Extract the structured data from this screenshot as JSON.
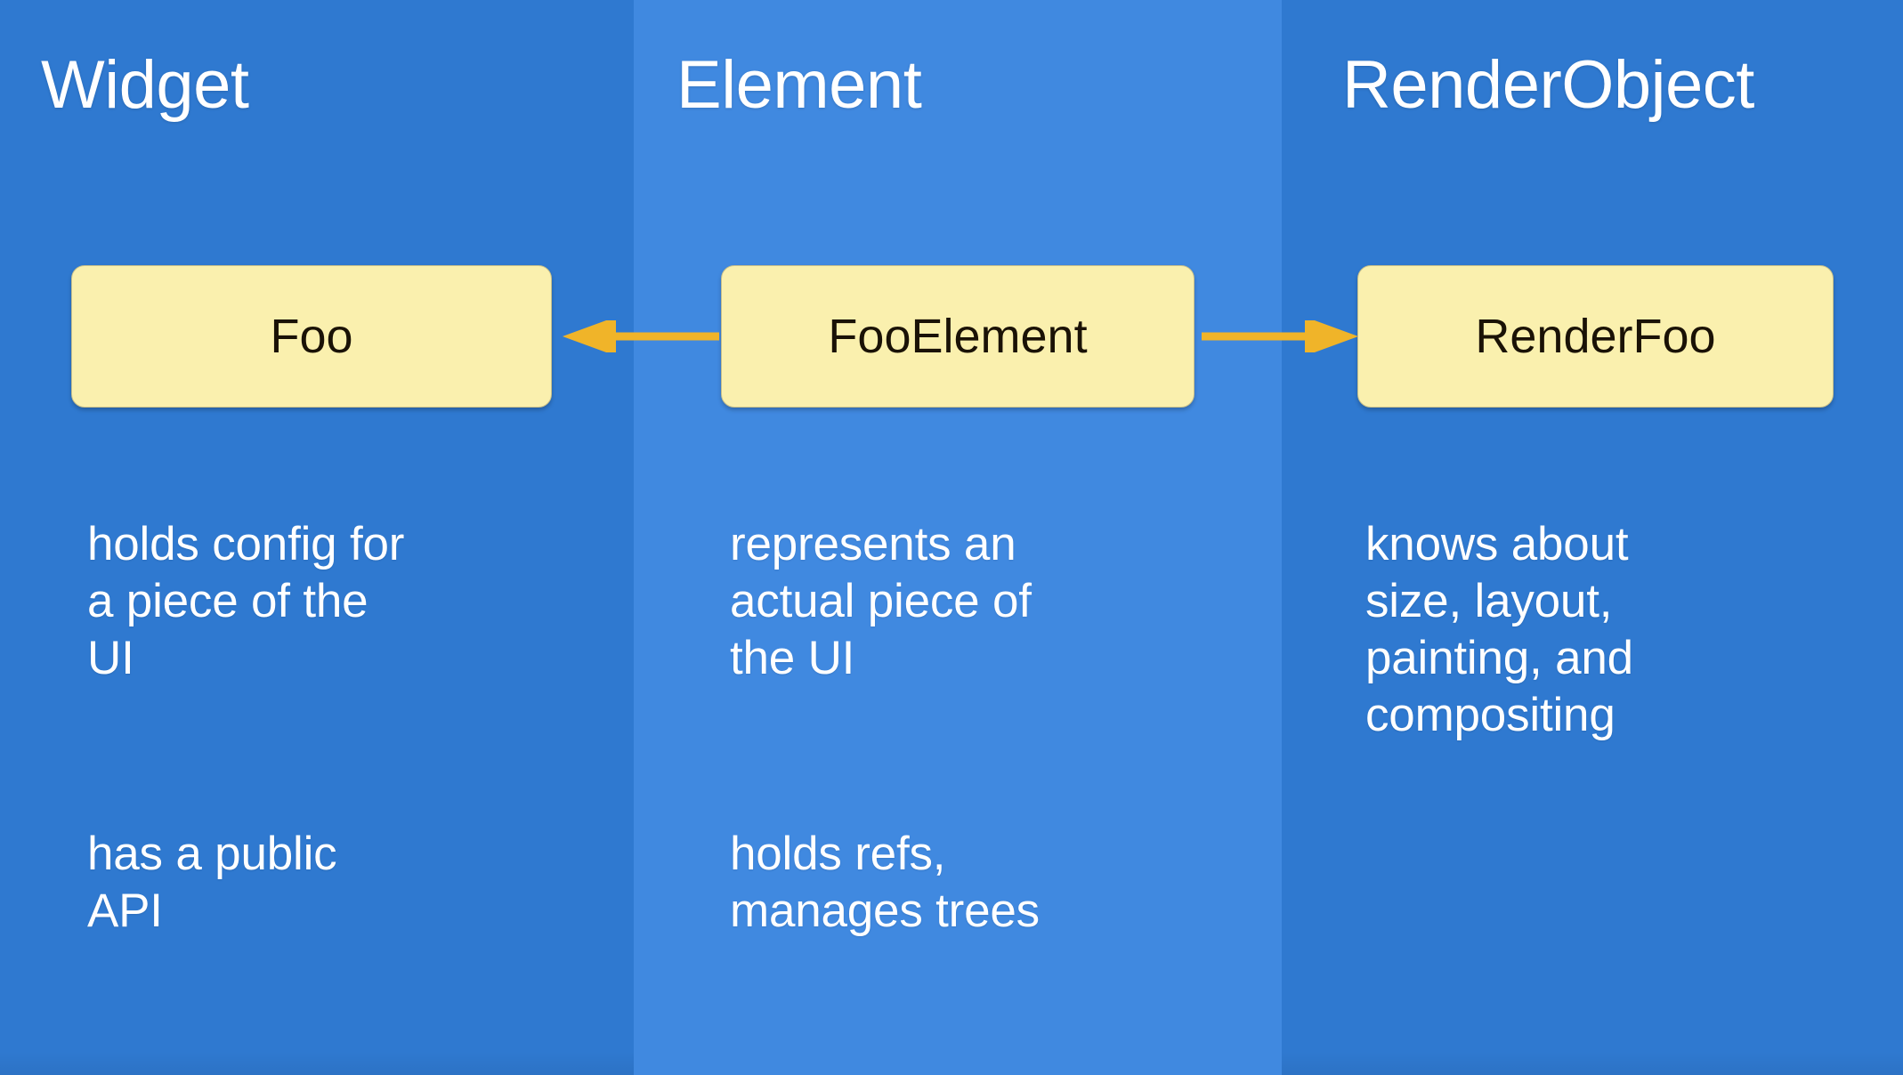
{
  "slide": {
    "background_outer_color": "#2F79D0",
    "background_middle_color": "#4089E0",
    "box_fill_color": "#FAF0AE",
    "arrow_color": "#F0B429",
    "title_color": "#FFFFFF",
    "body_text_color": "#FFFFFF",
    "node_label_color": "#1A1206"
  },
  "columns": [
    {
      "id": "widget",
      "title": "Widget",
      "node_label": "Foo",
      "paragraphs": [
        "holds config for\na piece of the\nUI",
        "has a public\nAPI"
      ]
    },
    {
      "id": "element",
      "title": "Element",
      "node_label": "FooElement",
      "paragraphs": [
        "represents an\nactual piece of\nthe UI",
        "holds refs,\nmanages trees"
      ]
    },
    {
      "id": "renderobject",
      "title": "RenderObject",
      "node_label": "RenderFoo",
      "paragraphs": [
        "knows about\nsize, layout,\npainting, and\ncompositing",
        ""
      ]
    }
  ],
  "arrows": [
    {
      "id": "element-to-widget",
      "icon": "arrow-left-icon",
      "direction": "left",
      "from": "FooElement",
      "to": "Foo",
      "color": "#F0B429"
    },
    {
      "id": "element-to-renderobject",
      "icon": "arrow-right-icon",
      "direction": "right",
      "from": "FooElement",
      "to": "RenderFoo",
      "color": "#F0B429"
    }
  ]
}
